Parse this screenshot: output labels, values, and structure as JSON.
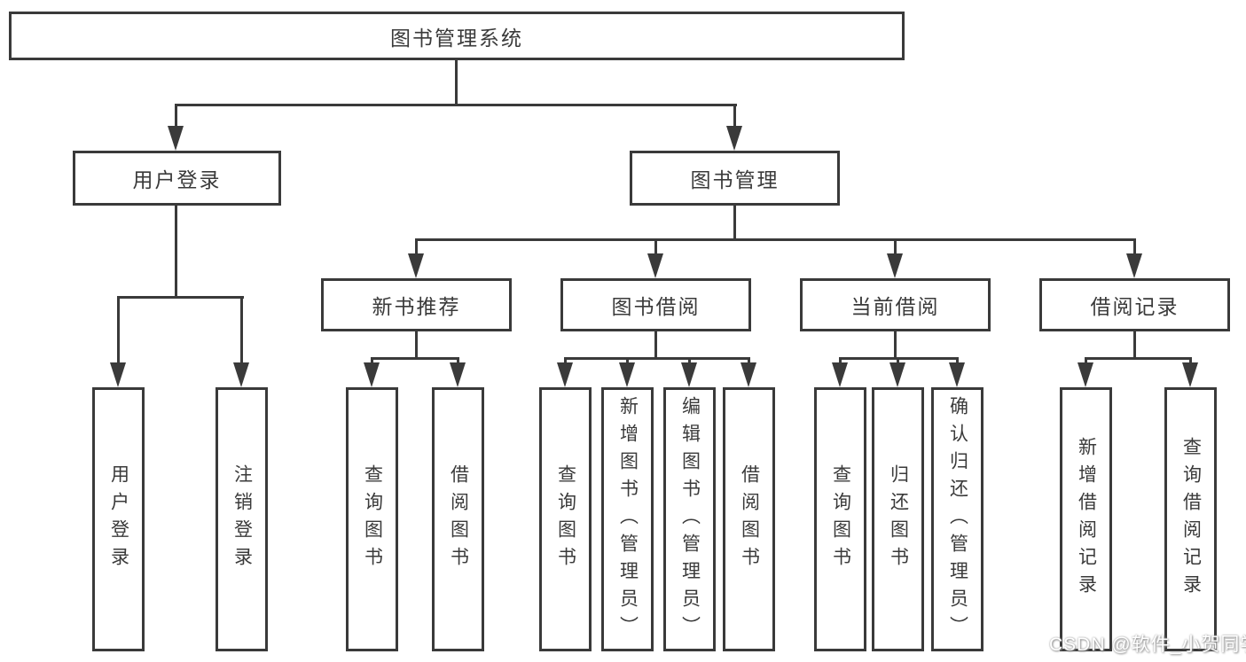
{
  "diagram": {
    "root": {
      "label": "图书管理系统"
    },
    "level2": [
      {
        "label": "用户登录"
      },
      {
        "label": "图书管理"
      }
    ],
    "level3": [
      {
        "label": "新书推荐"
      },
      {
        "label": "图书借阅"
      },
      {
        "label": "当前借阅"
      },
      {
        "label": "借阅记录"
      }
    ],
    "leaves": {
      "user_login": [
        "用户登录",
        "注销登录"
      ],
      "new_book_recommend": [
        "查询图书",
        "借阅图书"
      ],
      "book_borrow": [
        "查询图书",
        "新增图书（管理员）",
        "编辑图书（管理员）",
        "借阅图书"
      ],
      "current_borrow": [
        "查询图书",
        "归还图书",
        "确认归还（管理员）"
      ],
      "borrow_records": [
        "新增借阅记录",
        "查询借阅记录"
      ]
    }
  },
  "watermark": {
    "text": "CSDN @软件_小贺同学"
  },
  "colors": {
    "line": "#3a3a3a",
    "text": "#3a3a3a",
    "background": "#ffffff"
  }
}
